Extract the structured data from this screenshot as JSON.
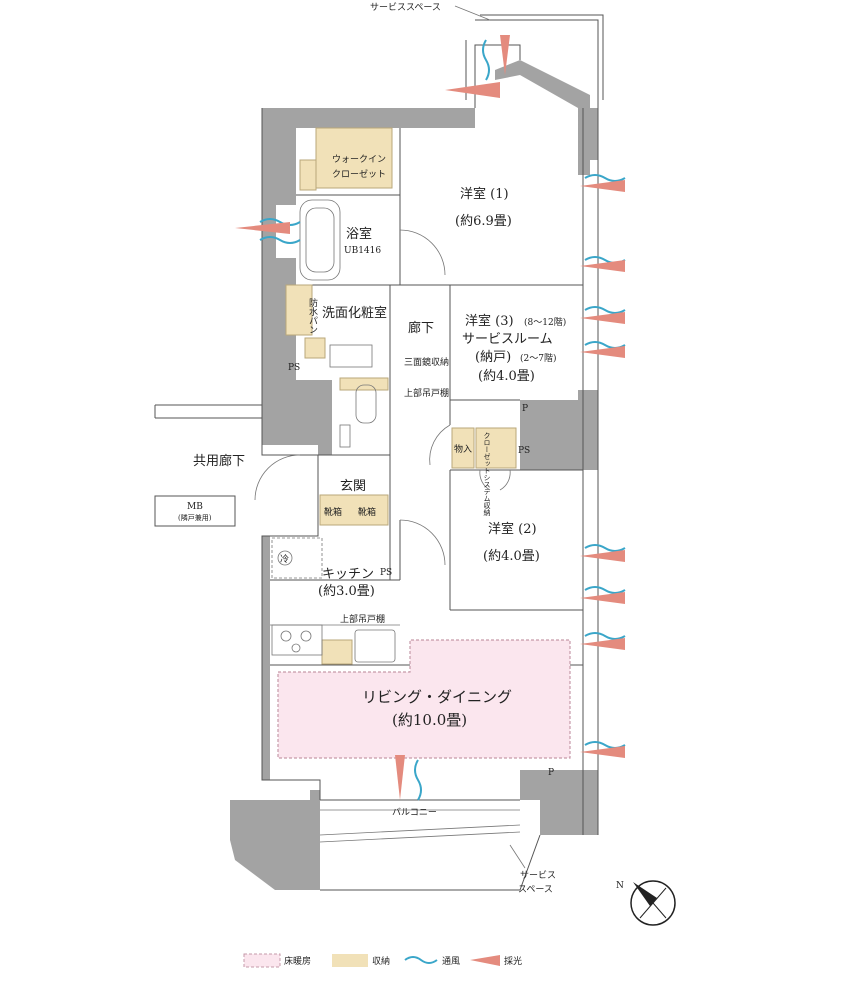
{
  "labels": {
    "service_space_top": "サービススペース",
    "youshitsu1_name": "洋室 (1)",
    "youshitsu1_size": "(約6.9畳)",
    "walkin_line1": "ウォークイン",
    "walkin_line2": "クローゼット",
    "bath_name": "浴室",
    "bath_unit": "UB1416",
    "senmen": "洗面化粧室",
    "bousui_pan": "防水パン",
    "rouka": "廊下",
    "sanmenkyo": "三面鏡収納",
    "jobu_todana_1": "上部吊戸棚",
    "youshitsu3_name": "洋室 (3)",
    "youshitsu3_floors_a": "(8〜12階)",
    "service_room": "サービスルーム",
    "nando": "(納戸)",
    "youshitsu3_floors_b": "(2〜7階)",
    "youshitsu3_size": "(約4.0畳)",
    "monoire": "物入",
    "closet_system": "クローゼットシステム収納",
    "kyoyo_rouka": "共用廊下",
    "mb_line1": "MB",
    "mb_line2": "(隣戸兼用)",
    "genkan": "玄関",
    "kutsubako_1": "靴箱",
    "kutsubako_2": "靴箱",
    "youshitsu2_name": "洋室 (2)",
    "youshitsu2_size": "(約4.0畳)",
    "rei": "冷",
    "kitchen_name": "キッチン",
    "kitchen_size": "(約3.0畳)",
    "jobu_todana_2": "上部吊戸棚",
    "ps1": "PS",
    "ps2": "PS",
    "ps3": "PS",
    "p1": "P",
    "p2": "P",
    "living_name": "リビング・ダイニング",
    "living_size": "(約10.0畳)",
    "balcony": "バルコニー",
    "service_space_bottom_1": "サービス",
    "service_space_bottom_2": "スペース",
    "compass_n": "N"
  },
  "legend": {
    "floor_heating": "床暖房",
    "storage": "収納",
    "ventilation": "通風",
    "daylight": "採光"
  },
  "colors": {
    "wall": "#a3a3a3",
    "storage": "#f1e1b8",
    "floor_heating": "#fbe6ee",
    "ventilation": "#3aa6c9",
    "daylight": "#e48b7e"
  }
}
